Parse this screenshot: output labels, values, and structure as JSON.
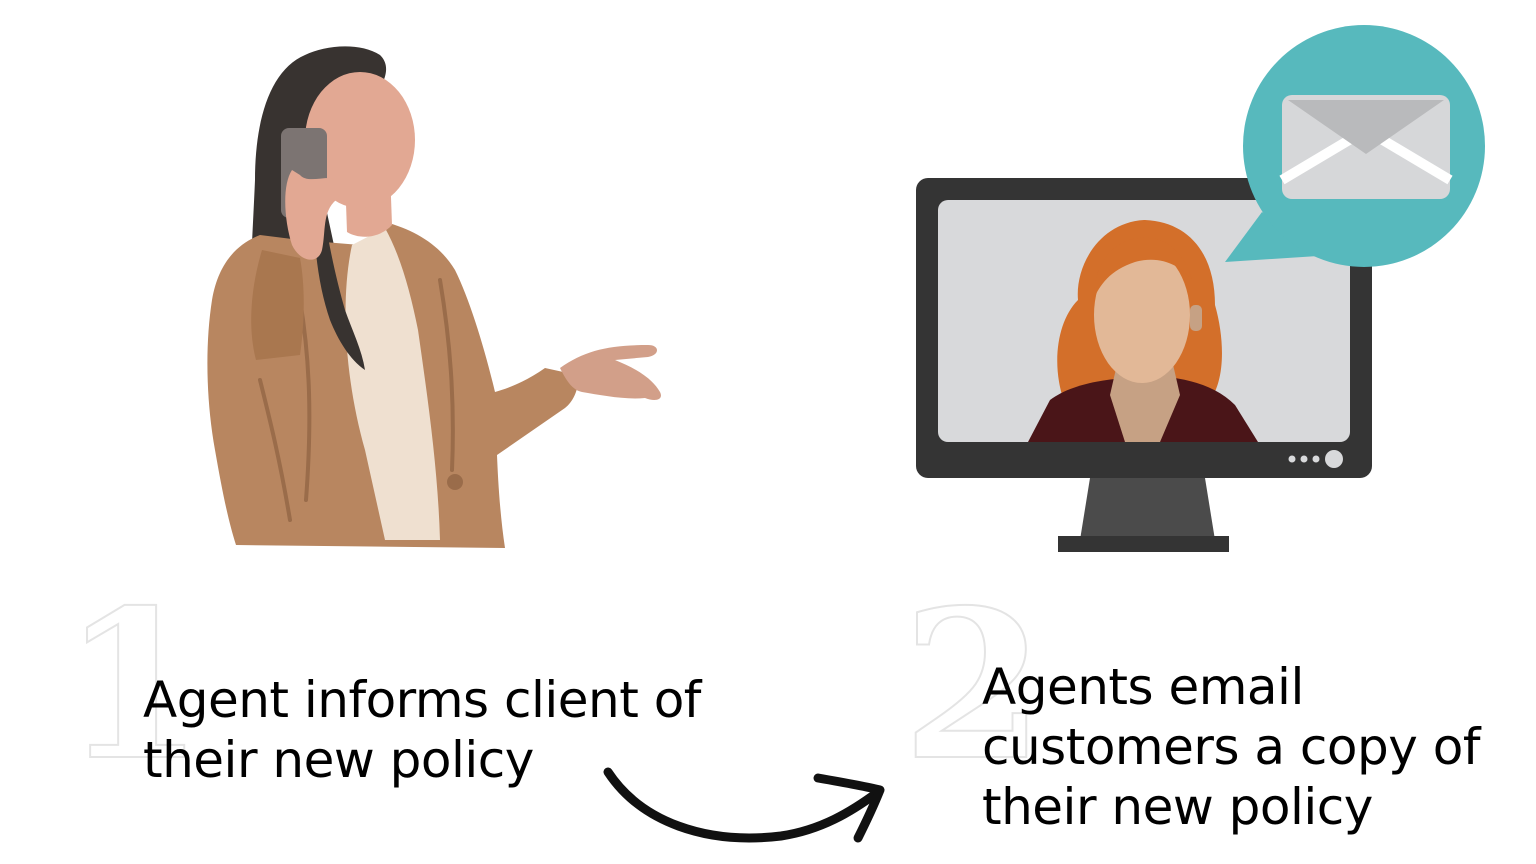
{
  "steps": [
    {
      "number": "1",
      "lines": [
        "Agent informs client of",
        "their new policy"
      ]
    },
    {
      "number": "2",
      "lines": [
        "Agents email",
        "customers a copy of",
        "their new policy"
      ]
    }
  ],
  "colors": {
    "jacket": "#b88660",
    "skin": "#e2a893",
    "hair_dark": "#383330",
    "shirt": "#efe0d0",
    "monitor": "#343434",
    "screen": "#d8d9db",
    "hair_red": "#d36f2a",
    "bubble": "#57b9bd",
    "envelope": "#d6d7d9",
    "arrow": "#111111"
  }
}
